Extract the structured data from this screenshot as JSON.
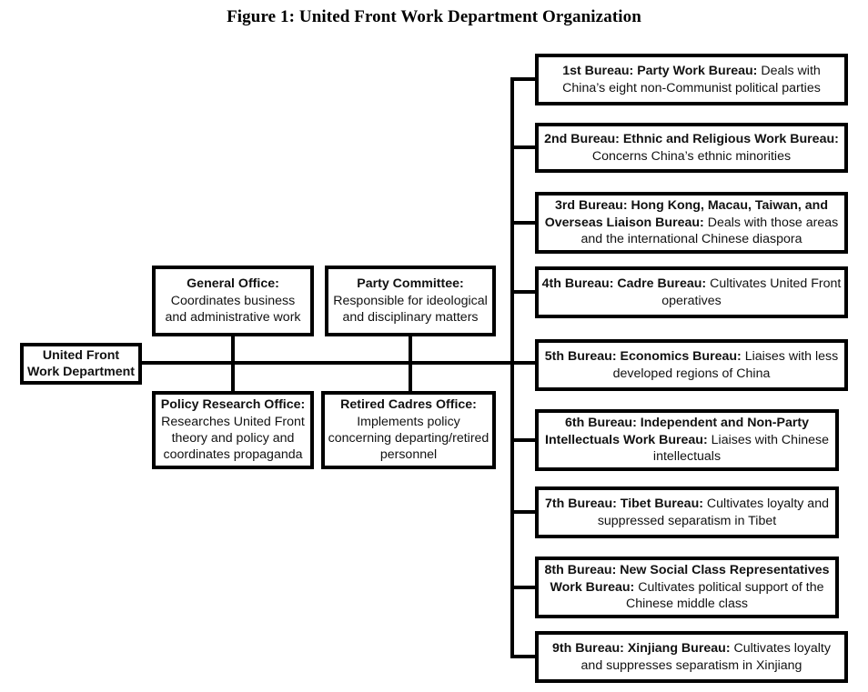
{
  "figure": {
    "title": "Figure 1: United Front Work Department Organization"
  },
  "root": {
    "label": "United Front Work Department"
  },
  "staff_offices": [
    {
      "id": "general-office",
      "heading": "General Office:",
      "description": "Coordinates business and administrative work"
    },
    {
      "id": "party-committee",
      "heading": "Party Committee:",
      "description": "Responsible for ideological and disciplinary matters"
    },
    {
      "id": "policy-research",
      "heading": "Policy Research Office:",
      "description": "Researches United Front theory and policy and coordinates propaganda"
    },
    {
      "id": "retired-cadres",
      "heading": "Retired Cadres Office:",
      "description": "Implements policy concerning departing/retired personnel"
    }
  ],
  "bureaus": [
    {
      "id": "bureau-1",
      "heading": "1st Bureau: Party Work Bureau:",
      "description": "Deals with China’s eight non-Communist political parties"
    },
    {
      "id": "bureau-2",
      "heading": "2nd Bureau: Ethnic and Religious Work Bureau:",
      "description": "Concerns China’s ethnic minorities"
    },
    {
      "id": "bureau-3",
      "heading": "3rd Bureau: Hong Kong, Macau, Taiwan, and Overseas Liaison Bureau:",
      "description": "Deals with those areas and the international Chinese diaspora"
    },
    {
      "id": "bureau-4",
      "heading": "4th Bureau: Cadre Bureau:",
      "description": "Cultivates United Front operatives"
    },
    {
      "id": "bureau-5",
      "heading": "5th Bureau: Economics Bureau:",
      "description": "Liaises with less developed regions of China"
    },
    {
      "id": "bureau-6",
      "heading": "6th Bureau: Independent and Non-Party Intellectuals Work Bureau:",
      "description": "Liaises with Chinese intellectuals"
    },
    {
      "id": "bureau-7",
      "heading": "7th Bureau: Tibet Bureau:",
      "description": "Cultivates loyalty and suppressed separatism in Tibet"
    },
    {
      "id": "bureau-8",
      "heading": "8th Bureau: New Social Class Representatives Work Bureau:",
      "description": "Cultivates political support of the Chinese middle class"
    },
    {
      "id": "bureau-9",
      "heading": "9th Bureau: Xinjiang Bureau:",
      "description": "Cultivates loyalty and suppresses separatism in Xinjiang"
    }
  ],
  "style": {
    "line_color": "#000000",
    "box_border_color": "#000000",
    "box_fill": "#ffffff",
    "text_color": "#111111"
  }
}
